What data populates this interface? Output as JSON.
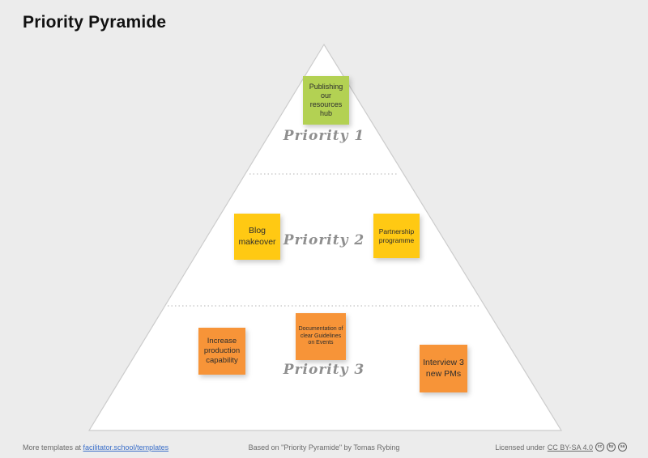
{
  "title": "Priority Pyramide",
  "pyramid": {
    "tiers": [
      {
        "label": "Priority 1",
        "notes": [
          {
            "text": "Publishing our resources hub",
            "color": "#b3d153"
          }
        ]
      },
      {
        "label": "Priority 2",
        "notes": [
          {
            "text": "Blog makeover",
            "color": "#ffc913"
          },
          {
            "text": "Partnership programme",
            "color": "#ffc913"
          }
        ]
      },
      {
        "label": "Priority 3",
        "notes": [
          {
            "text": "Increase production capability",
            "color": "#f79438"
          },
          {
            "text": "Documentation of clear Guidelines on Events",
            "color": "#f79438"
          },
          {
            "text": "Interview 3 new PMs",
            "color": "#f79438"
          }
        ]
      }
    ]
  },
  "footer": {
    "templates_prefix": "More templates at ",
    "templates_link": "facilitator.school/templates",
    "attribution": "Based on \"Priority Pyramide\" by Tomas Rybing",
    "license_prefix": "Licensed under ",
    "license_link": "CC BY-SA 4.0",
    "license_icon_labels": {
      "cc": "cc",
      "by": "by",
      "sa": "sa"
    }
  },
  "colors": {
    "background": "#ececec",
    "pyramid_fill": "#ffffff",
    "pyramid_border": "#cccccc",
    "divider": "#b5b5b5",
    "note_green": "#b3d153",
    "note_yellow": "#ffc913",
    "note_orange": "#f79438",
    "link_blue": "#3b6fc9"
  }
}
